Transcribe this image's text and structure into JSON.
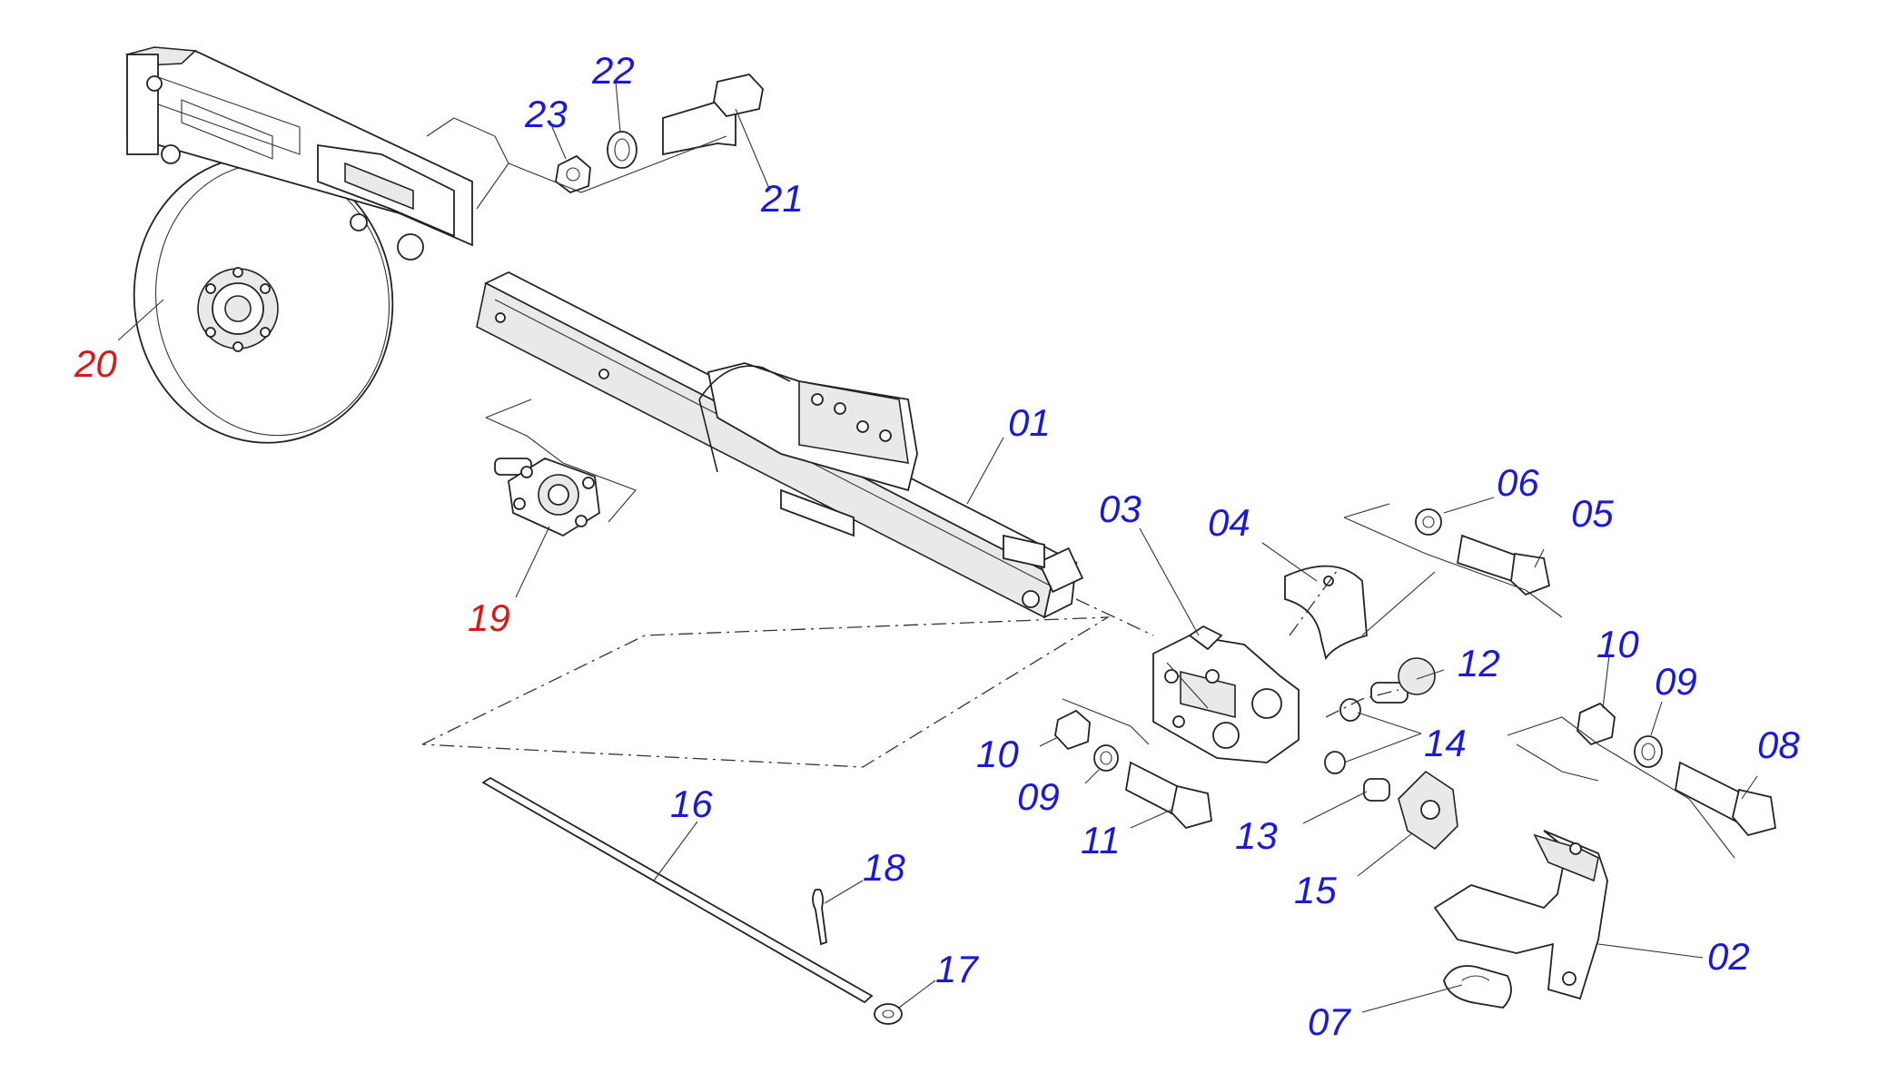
{
  "colors": {
    "standard_label": "#1a1ad6",
    "highlight_label": "#d61a1a",
    "line": "#222222"
  },
  "parts": {
    "p01": "01",
    "p02": "02",
    "p03": "03",
    "p04": "04",
    "p05": "05",
    "p06": "06",
    "p07": "07",
    "p08": "08",
    "p09a": "09",
    "p09b": "09",
    "p10a": "10",
    "p10b": "10",
    "p11": "11",
    "p12": "12",
    "p13": "13",
    "p14": "14",
    "p15": "15",
    "p16": "16",
    "p17": "17",
    "p18": "18",
    "p19": "19",
    "p20": "20",
    "p21": "21",
    "p22": "22",
    "p23": "23"
  },
  "highlighted_parts": [
    "19",
    "20"
  ]
}
